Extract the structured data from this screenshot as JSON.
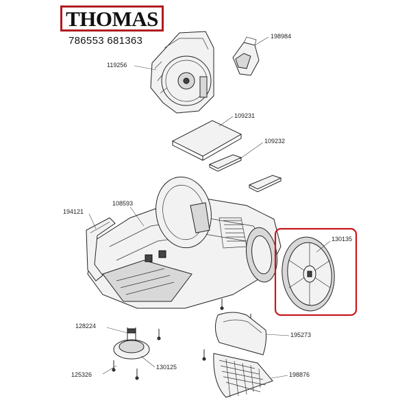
{
  "brand": {
    "name": "THOMAS",
    "accent_color": "#b11a1f"
  },
  "models": "786553 681363",
  "parts": [
    {
      "number": "198984"
    },
    {
      "number": "119256"
    },
    {
      "number": "109231"
    },
    {
      "number": "109232"
    },
    {
      "number": "194121"
    },
    {
      "number": "108593"
    },
    {
      "number": "130135"
    },
    {
      "number": "128224"
    },
    {
      "number": "195273"
    },
    {
      "number": "130125"
    },
    {
      "number": "125326"
    },
    {
      "number": "198876"
    }
  ],
  "highlight": {
    "part": "130135",
    "color": "#c8161d"
  }
}
